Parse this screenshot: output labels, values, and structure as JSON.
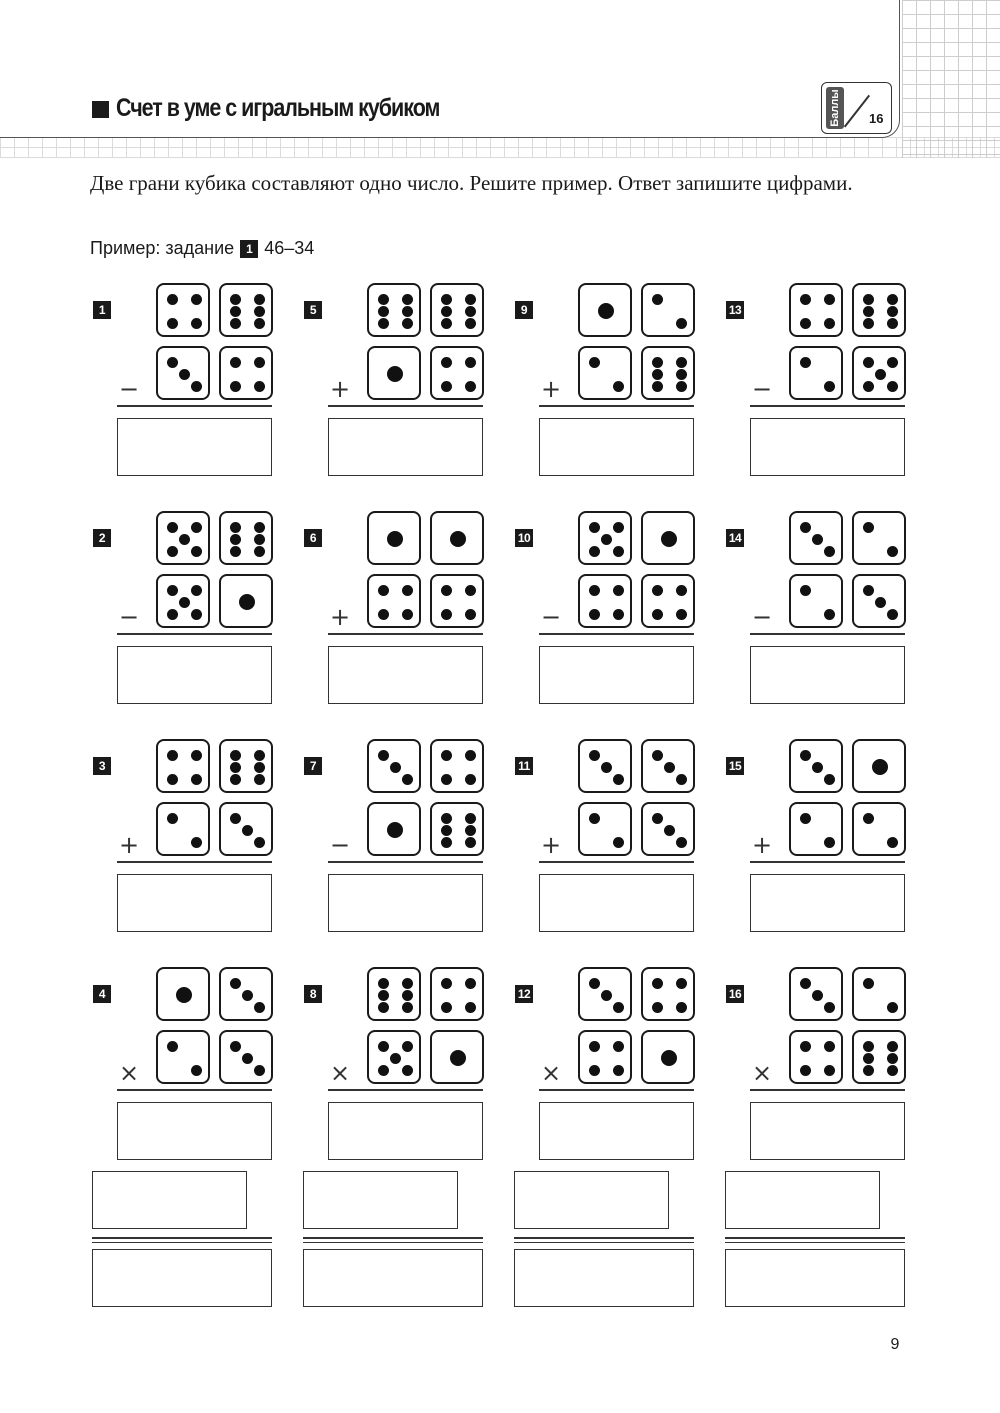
{
  "header": {
    "title": "Счет в уме с игральным кубиком",
    "score_label": "Баллы",
    "score_max": "16"
  },
  "instruction": "Две грани кубика составляют одно число. Решите пример. Ответ запишите цифрами.",
  "example": {
    "prefix": "Пример: задание",
    "task_number": "1",
    "expression": "46–34"
  },
  "tasks": [
    {
      "number": "1",
      "top": [
        4,
        6
      ],
      "bottom": [
        3,
        4
      ],
      "operator": "−"
    },
    {
      "number": "2",
      "top": [
        5,
        6
      ],
      "bottom": [
        5,
        1
      ],
      "operator": "−"
    },
    {
      "number": "3",
      "top": [
        4,
        6
      ],
      "bottom": [
        2,
        3
      ],
      "operator": "+"
    },
    {
      "number": "4",
      "top": [
        1,
        3
      ],
      "bottom": [
        2,
        3
      ],
      "operator": "×"
    },
    {
      "number": "5",
      "top": [
        6,
        6
      ],
      "bottom": [
        1,
        4
      ],
      "operator": "+"
    },
    {
      "number": "6",
      "top": [
        1,
        1
      ],
      "bottom": [
        4,
        4
      ],
      "operator": "+"
    },
    {
      "number": "7",
      "top": [
        3,
        4
      ],
      "bottom": [
        1,
        6
      ],
      "operator": "−"
    },
    {
      "number": "8",
      "top": [
        6,
        4
      ],
      "bottom": [
        5,
        1
      ],
      "operator": "×"
    },
    {
      "number": "9",
      "top": [
        1,
        2
      ],
      "bottom": [
        2,
        6
      ],
      "operator": "+"
    },
    {
      "number": "10",
      "top": [
        5,
        1
      ],
      "bottom": [
        4,
        4
      ],
      "operator": "−"
    },
    {
      "number": "11",
      "top": [
        3,
        3
      ],
      "bottom": [
        2,
        3
      ],
      "operator": "+"
    },
    {
      "number": "12",
      "top": [
        3,
        4
      ],
      "bottom": [
        4,
        1
      ],
      "operator": "×"
    },
    {
      "number": "13",
      "top": [
        4,
        6
      ],
      "bottom": [
        2,
        5
      ],
      "operator": "−"
    },
    {
      "number": "14",
      "top": [
        3,
        2
      ],
      "bottom": [
        2,
        3
      ],
      "operator": "−"
    },
    {
      "number": "15",
      "top": [
        3,
        1
      ],
      "bottom": [
        2,
        2
      ],
      "operator": "+"
    },
    {
      "number": "16",
      "top": [
        3,
        2
      ],
      "bottom": [
        4,
        6
      ],
      "operator": "×"
    }
  ],
  "page_number": "9"
}
